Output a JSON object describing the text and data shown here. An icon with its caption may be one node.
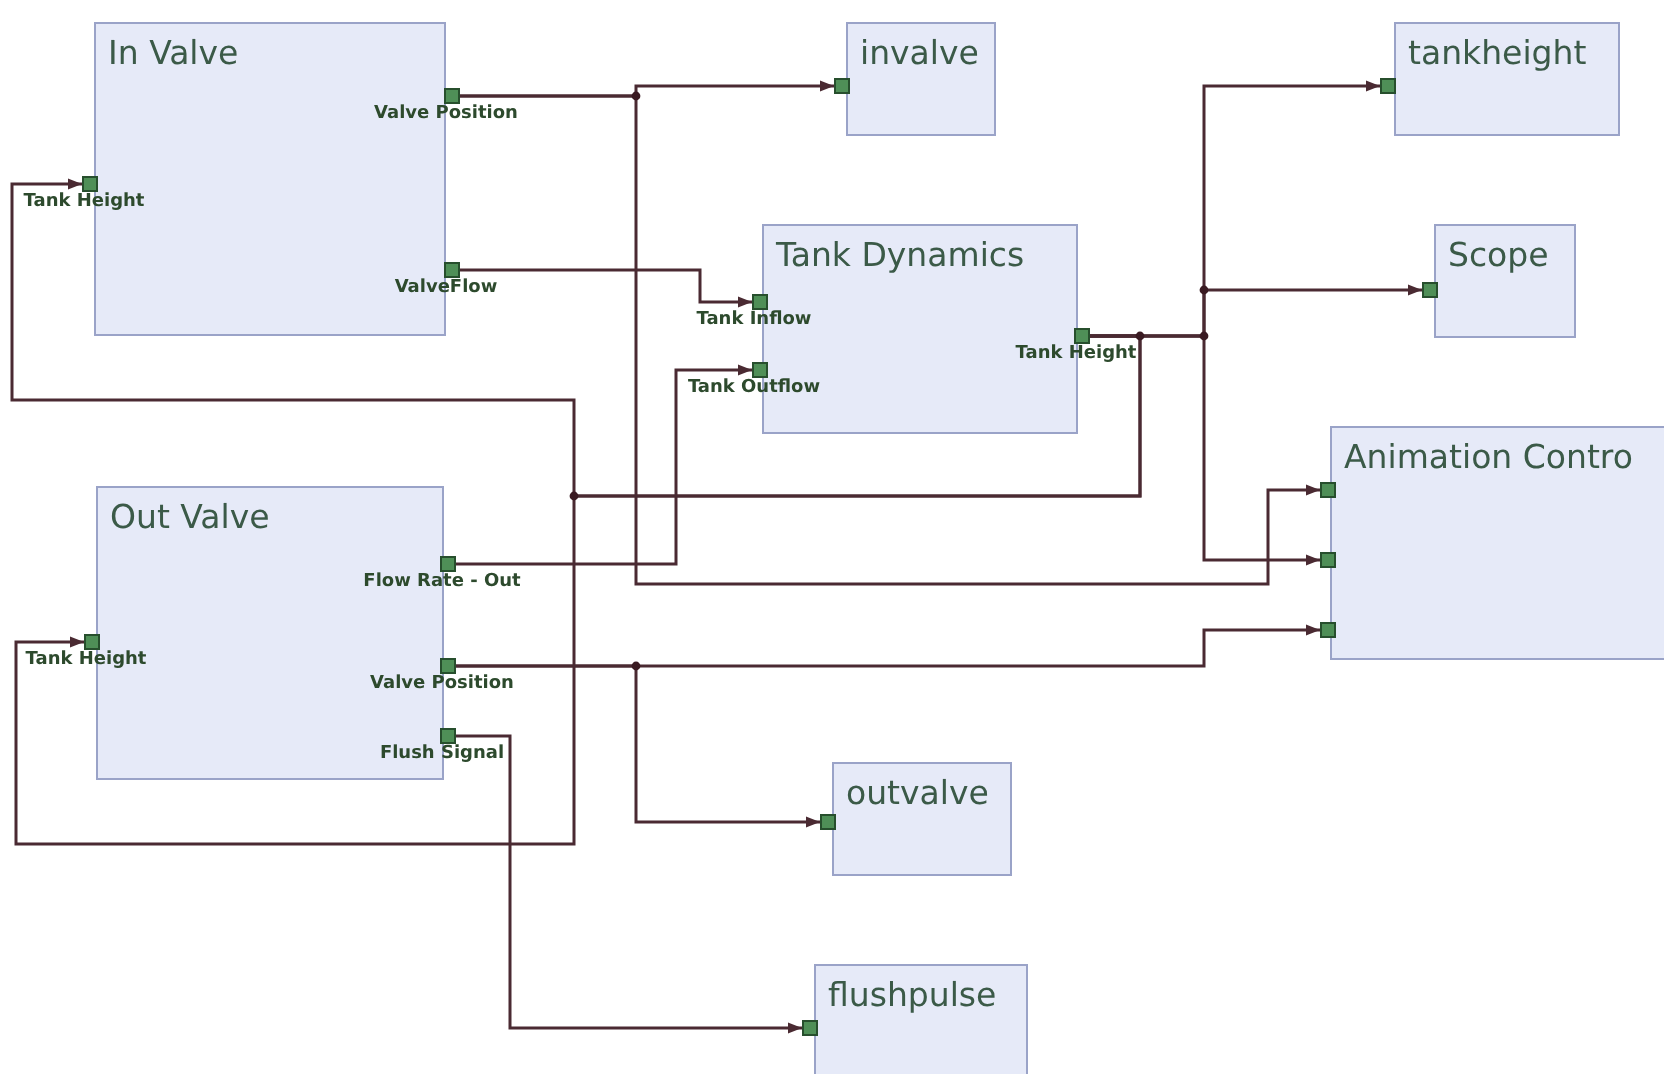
{
  "diagram": {
    "nodes": [
      {
        "text": [
          "In Valve",
          "Valve Position",
          "ValveFlow",
          "Tank Height"
        ]
      },
      {
        "text": [
          "invalve"
        ]
      },
      {
        "text": [
          "tankheight"
        ]
      },
      {
        "text": [
          "Tank Dynamics",
          "Tank Inflow",
          "Tank Outflow",
          "Tank Height"
        ]
      },
      {
        "text": [
          "Scope"
        ]
      },
      {
        "text": [
          "Out Valve",
          "Flow Rate - Out",
          "Valve Position",
          "Flush Signal",
          "Tank Height"
        ]
      },
      {
        "text": [
          "Animation Contro"
        ]
      },
      {
        "text": [
          "outvalve"
        ]
      },
      {
        "text": [
          "flushpulse"
        ]
      }
    ],
    "edges": [
      {
        "from": 0,
        "to": 1,
        "arrow": "to"
      },
      {
        "from": 0,
        "to": 6,
        "arrow": "to"
      },
      {
        "from": 0,
        "to": 3,
        "arrow": "to"
      },
      {
        "from": 3,
        "to": 2,
        "arrow": "to"
      },
      {
        "from": 3,
        "to": 4,
        "arrow": "to"
      },
      {
        "from": 3,
        "to": 6,
        "arrow": "to"
      },
      {
        "from": 3,
        "to": 0,
        "arrow": "to"
      },
      {
        "from": 3,
        "to": 5,
        "arrow": "to"
      },
      {
        "from": 5,
        "to": 3,
        "arrow": "to"
      },
      {
        "from": 5,
        "to": 6,
        "arrow": "to"
      },
      {
        "from": 5,
        "to": 7,
        "arrow": "to"
      },
      {
        "from": 5,
        "to": 8,
        "arrow": "to"
      }
    ]
  }
}
